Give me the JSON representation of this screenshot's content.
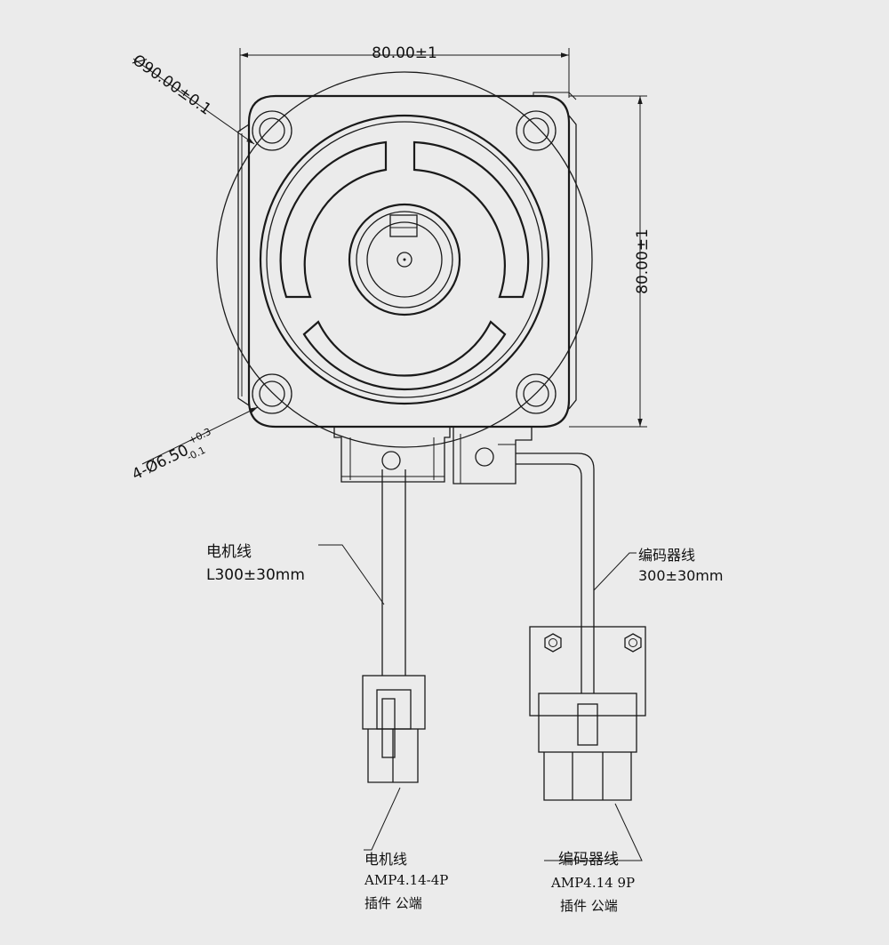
{
  "dimensions": {
    "width": "80.00±1",
    "height": "80.00±1",
    "pilot_diameter": "Ø90.00±0.1",
    "holes": {
      "base": "4-Ø6.50",
      "tol_upper": "+0.3",
      "tol_lower": "-0.1"
    }
  },
  "motor_cable": {
    "name": "电机线",
    "length": "L300±30mm"
  },
  "encoder_cable": {
    "name": "编码器线",
    "length": "300±30mm"
  },
  "motor_connector": {
    "name": "电机线",
    "model": "AMP4.14-4P",
    "type": "插件 公端"
  },
  "encoder_connector": {
    "name": "编码器线",
    "model": "AMP4.14 9P",
    "type": "插件 公端"
  }
}
